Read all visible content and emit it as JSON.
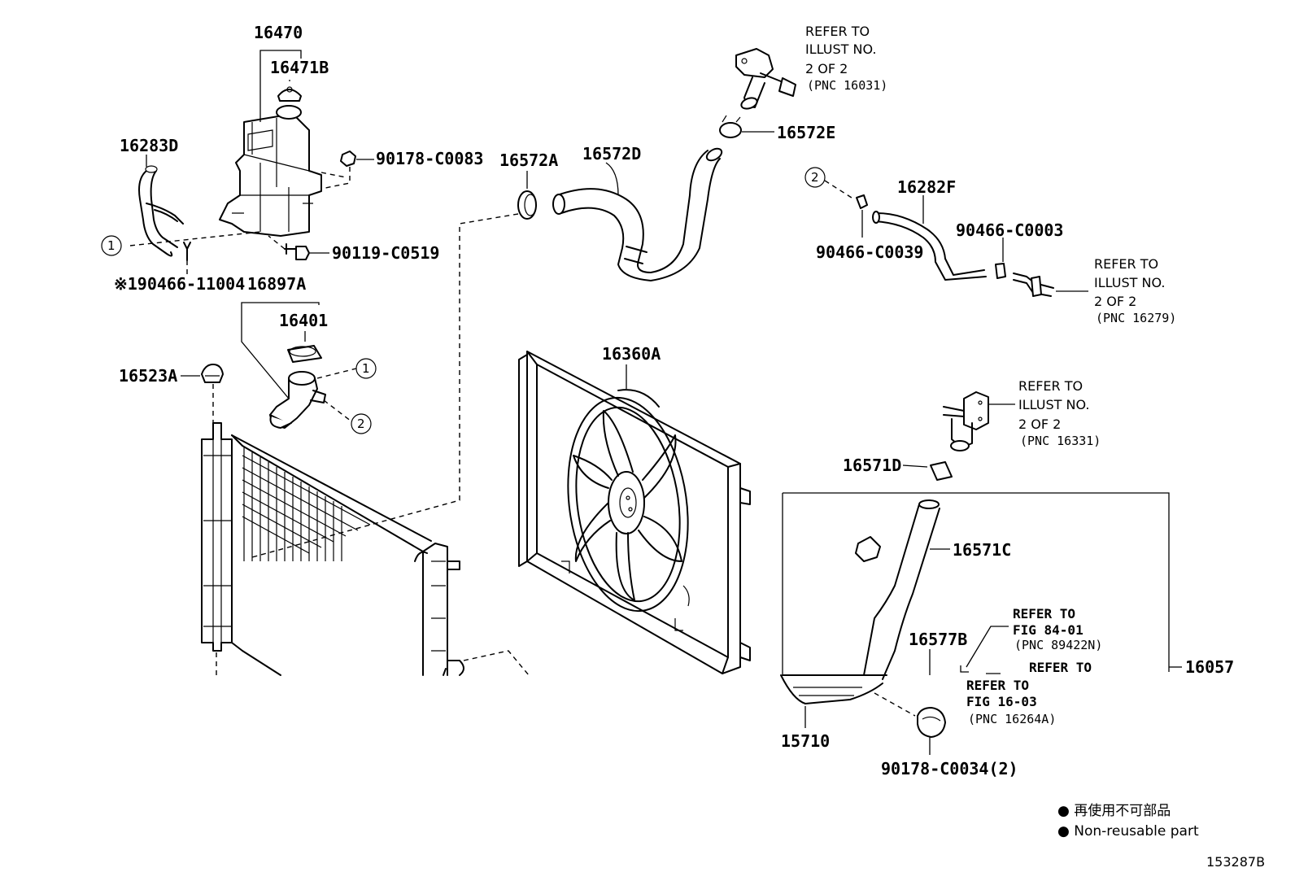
{
  "parts": {
    "p16470": "16470",
    "p16471B": "16471B",
    "p16283D": "16283D",
    "p90178_C0083": "90178-C0083",
    "p90119_C0519": "90119-C0519",
    "p190466_11004": "※190466-11004",
    "p16897A": "16897A",
    "p16401": "16401",
    "p16523A": "16523A",
    "p16572A": "16572A",
    "p16572D": "16572D",
    "p16572E": "16572E",
    "p16282F": "16282F",
    "p90466_C0003": "90466-C0003",
    "p90466_C0039": "90466-C0039",
    "p16360A": "16360A",
    "p16571D": "16571D",
    "p16571C": "16571C",
    "p16577B": "16577B",
    "p16057": "16057",
    "p15710": "15710",
    "p90178_C0034": "90178-C0034(2)"
  },
  "refs": {
    "ref1": [
      "REFER TO",
      "ILLUST NO.",
      "2 OF 2",
      "(PNC 16031)"
    ],
    "ref2": [
      "REFER TO",
      "ILLUST NO.",
      "2 OF 2",
      "(PNC 16279)"
    ],
    "ref3": [
      "REFER TO",
      "ILLUST NO.",
      "2 OF 2",
      "(PNC 16331)"
    ],
    "ref4": [
      "REFER TO",
      "FIG 84-01",
      "(PNC 89422N)"
    ],
    "ref5": [
      "REFER TO"
    ],
    "ref6": [
      "REFER TO",
      "FIG 16-03",
      "(PNC 16264A)"
    ]
  },
  "callouts": {
    "c1": "1",
    "c2": "2"
  },
  "legend": {
    "line1": "● 再使用不可部品",
    "line2": "● Non-reusable part"
  },
  "illustration_code": "153287B"
}
